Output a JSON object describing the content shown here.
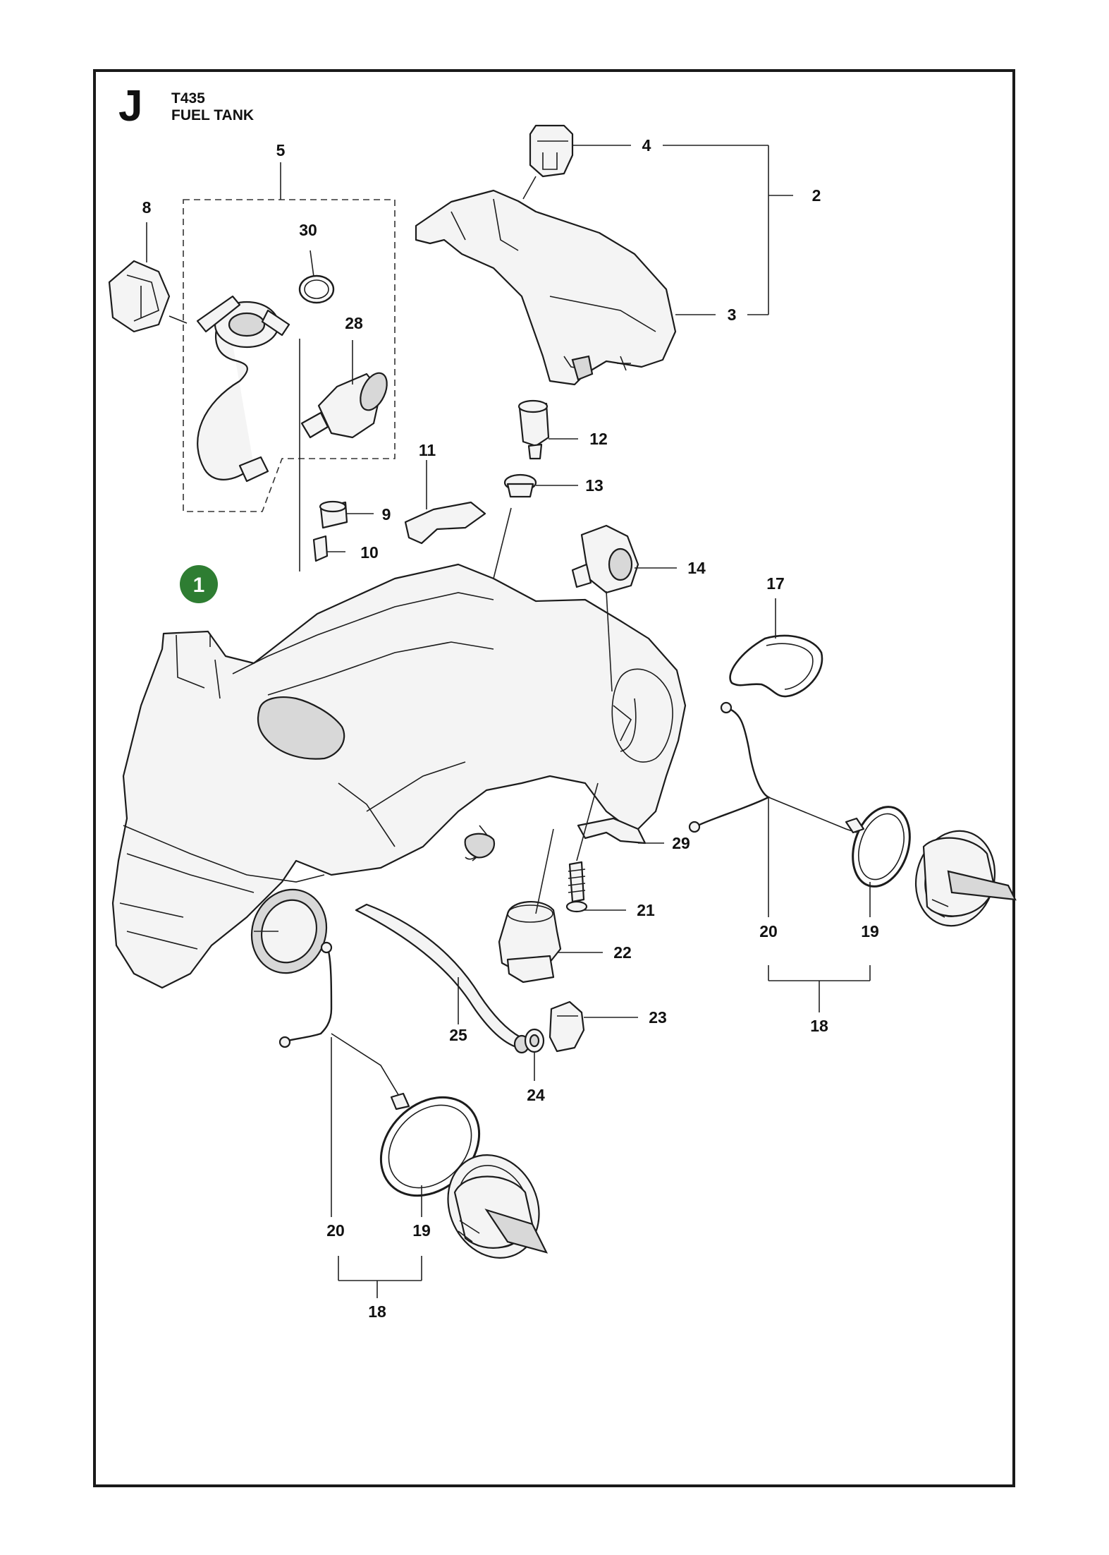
{
  "header": {
    "section_letter": "J",
    "model": "T435",
    "title": "FUEL TANK"
  },
  "badge": {
    "label": "1",
    "color": "#2e7d32"
  },
  "callouts": {
    "c2": "2",
    "c3": "3",
    "c4": "4",
    "c5": "5",
    "c8": "8",
    "c30": "30",
    "c28": "28",
    "c9": "9",
    "c10": "10",
    "c11": "11",
    "c12": "12",
    "c13": "13",
    "c14": "14",
    "c17": "17",
    "c29": "29",
    "c21": "21",
    "c22": "22",
    "c23": "23",
    "c25": "25",
    "c24": "24",
    "c20_right": "20",
    "c19_right": "19",
    "c18_right": "18",
    "c20_left": "20",
    "c19_left": "19",
    "c18_left": "18"
  }
}
